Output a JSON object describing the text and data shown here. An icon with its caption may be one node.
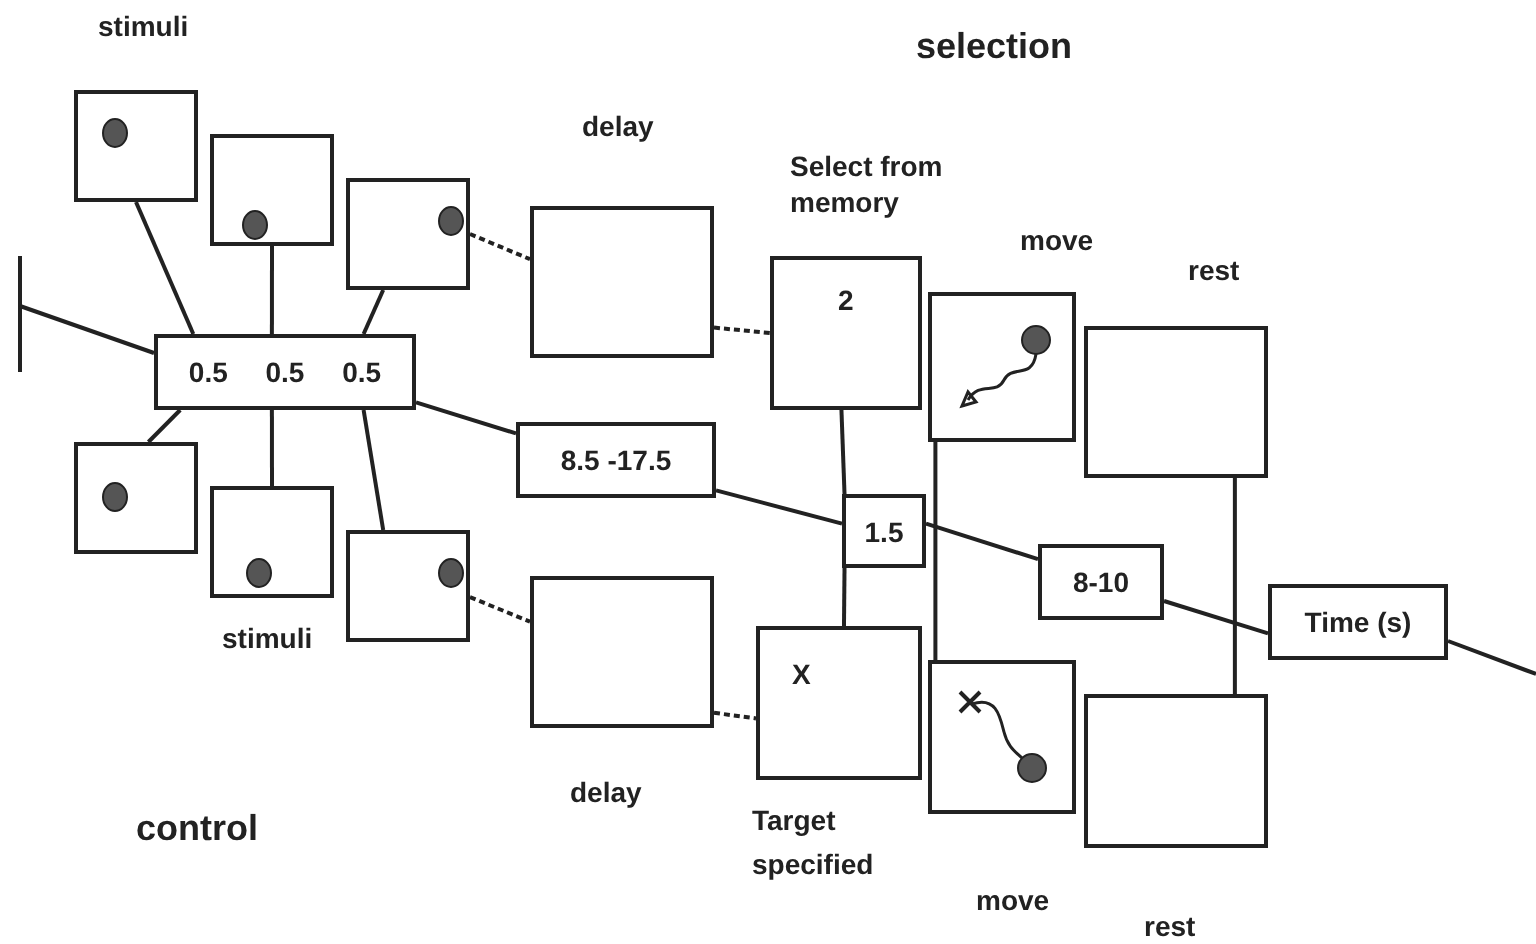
{
  "diagram": {
    "nodes": [
      {
        "text": [],
        "shape": "box",
        "beside": [
          "stimuli"
        ]
      },
      {
        "text": [],
        "shape": "box"
      },
      {
        "text": [],
        "shape": "box"
      },
      {
        "text": [],
        "shape": "box",
        "beside": [
          "delay"
        ]
      },
      {
        "text": [
          "Select from memory",
          "2"
        ]
      },
      {
        "text": [],
        "shape": "box",
        "beside": [
          "move"
        ]
      },
      {
        "text": [],
        "shape": "box",
        "beside": [
          "rest"
        ]
      },
      {
        "text": [
          "0.5",
          "0.5",
          "0.5"
        ]
      },
      {
        "text": [
          "8.5 -17.5"
        ]
      },
      {
        "text": [
          "1.5"
        ]
      },
      {
        "text": [
          "8-10"
        ]
      },
      {
        "text": [
          "Time (s)"
        ]
      },
      {
        "text": [],
        "shape": "box"
      },
      {
        "text": [],
        "shape": "box",
        "beside": [
          "stimuli"
        ]
      },
      {
        "text": [],
        "shape": "box"
      },
      {
        "text": [],
        "shape": "box",
        "beside": [
          "delay"
        ]
      },
      {
        "text": [
          "X",
          "Target specified"
        ]
      },
      {
        "text": [],
        "shape": "box",
        "beside": [
          "move"
        ]
      },
      {
        "text": [],
        "shape": "box",
        "beside": [
          "rest"
        ]
      }
    ],
    "edges": [
      {
        "from": null,
        "to": 7,
        "arrow": "none"
      },
      {
        "from": 7,
        "to": 8,
        "arrow": "none"
      },
      {
        "from": 8,
        "to": 9,
        "arrow": "none"
      },
      {
        "from": 9,
        "to": 10,
        "arrow": "none"
      },
      {
        "from": 10,
        "to": 11,
        "arrow": "none"
      },
      {
        "from": 11,
        "to": null,
        "arrow": "none"
      },
      {
        "from": 0,
        "to": 7,
        "arrow": "none"
      },
      {
        "from": 1,
        "to": 7,
        "arrow": "none"
      },
      {
        "from": 2,
        "to": 7,
        "arrow": "none"
      },
      {
        "from": 7,
        "to": 12,
        "arrow": "none"
      },
      {
        "from": 7,
        "to": 13,
        "arrow": "none"
      },
      {
        "from": 7,
        "to": 14,
        "arrow": "none"
      },
      {
        "from": 2,
        "to": 3,
        "arrow": "none",
        "style": "dashed"
      },
      {
        "from": 3,
        "to": 4,
        "arrow": "none",
        "style": "dashed"
      },
      {
        "from": 14,
        "to": 15,
        "arrow": "none",
        "style": "dashed"
      },
      {
        "from": 15,
        "to": 16,
        "arrow": "none",
        "style": "dashed"
      },
      {
        "from": 4,
        "to": 9,
        "arrow": "none"
      },
      {
        "from": 9,
        "to": 16,
        "arrow": "none"
      },
      {
        "from": 5,
        "to": 17,
        "arrow": "none"
      },
      {
        "from": 6,
        "to": 18,
        "arrow": "none"
      }
    ],
    "labels": [
      "selection",
      "control"
    ]
  }
}
